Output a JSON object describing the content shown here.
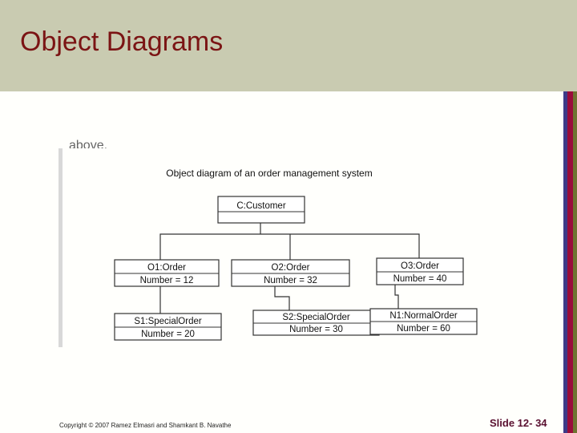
{
  "slide": {
    "title": "Object Diagrams",
    "clipped_text": "above.",
    "footer_copyright": "Copyright © 2007 Ramez Elmasri and Shamkant B. Navathe",
    "slide_number": "Slide 12- 34"
  },
  "diagram": {
    "caption": "Object diagram of an order management system",
    "objects": [
      {
        "name": "C:Customer",
        "attribute": ""
      },
      {
        "name": "O1:Order",
        "attribute": "Number = 12"
      },
      {
        "name": "O2:Order",
        "attribute": "Number = 32"
      },
      {
        "name": "O3:Order",
        "attribute": "Number = 40"
      },
      {
        "name": "S1:SpecialOrder",
        "attribute": "Number = 20"
      },
      {
        "name": "S2:SpecialOrder",
        "attribute": "Number = 30"
      },
      {
        "name": "N1:NormalOrder",
        "attribute": "Number = 60"
      }
    ],
    "links": [
      [
        "C:Customer",
        "O1:Order"
      ],
      [
        "C:Customer",
        "O2:Order"
      ],
      [
        "C:Customer",
        "O3:Order"
      ],
      [
        "O1:Order",
        "S1:SpecialOrder"
      ],
      [
        "O2:Order",
        "S2:SpecialOrder"
      ],
      [
        "O3:Order",
        "N1:NormalOrder"
      ]
    ]
  },
  "colors": {
    "header": "#c9cbb1",
    "title": "#7b1414",
    "stripe_blue": "#3d3a88",
    "stripe_red": "#9a0c3a",
    "stripe_olive": "#6f7430"
  }
}
